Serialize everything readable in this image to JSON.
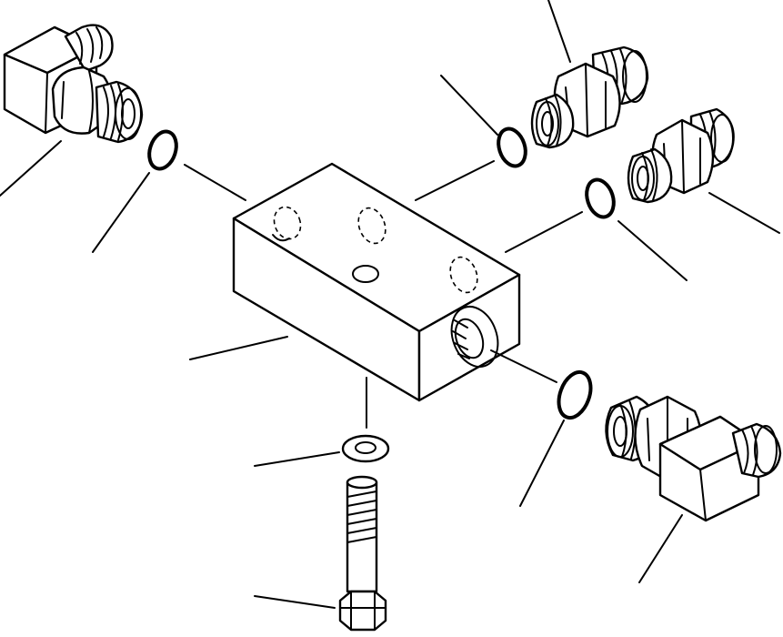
{
  "diagram": {
    "kind": "exploded-parts-view",
    "parts": [
      "manifold-block",
      "elbow-fitting-upper-left",
      "o-ring-upper-left",
      "straight-fitting-top",
      "o-ring-top",
      "straight-fitting-right",
      "o-ring-right",
      "elbow-fitting-lower-right",
      "o-ring-lower-right",
      "washer",
      "bolt"
    ],
    "callout_count": 11
  }
}
